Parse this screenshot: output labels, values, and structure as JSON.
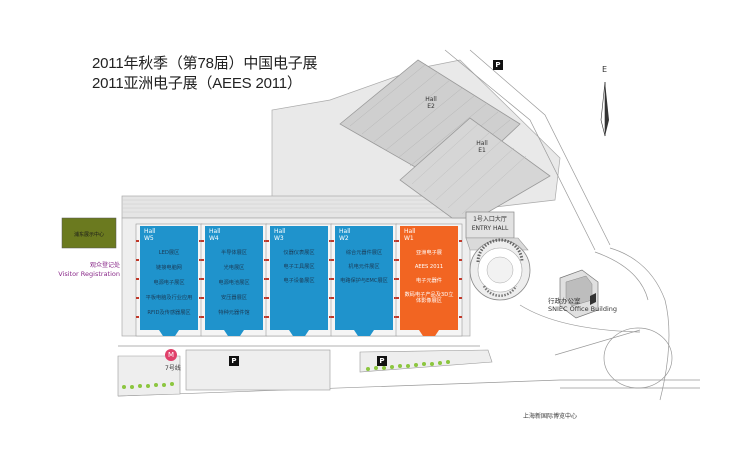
{
  "titles": {
    "line1": "2011年秋季（第78届）中国电子展",
    "line2": "2011亚洲电子展（AEES 2011）"
  },
  "compass": {
    "north_label": "E"
  },
  "colors": {
    "hall_blue": "#1f93cc",
    "hall_orange": "#f26522",
    "service_green": "#6b7a1f",
    "building_grey": "#d4d4d4",
    "road_line": "#999999",
    "visitor_text": "#8a2a8a",
    "metro": "#e0406a",
    "tree_green": "#8cc63f"
  },
  "east_halls": [
    {
      "name": "Hall",
      "number": "E2"
    },
    {
      "name": "Hall",
      "number": "E1"
    }
  ],
  "west_halls": [
    {
      "name": "Hall",
      "number": "W5",
      "color": "blue",
      "zones": [
        "LED展区",
        "链接电脑网",
        "电源电子展区",
        "平板电脑及行业应用",
        "RFID及传感器展区"
      ]
    },
    {
      "name": "Hall",
      "number": "W4",
      "color": "blue",
      "zones": [
        "半导体展区",
        "光电展区",
        "电源电池展区",
        "安压器展区",
        "特种元器件馆"
      ]
    },
    {
      "name": "Hall",
      "number": "W3",
      "color": "blue",
      "zones": [
        "仪器仪表展区",
        "电子工具展区",
        "电子设备展区"
      ]
    },
    {
      "name": "Hall",
      "number": "W2",
      "color": "blue",
      "zones": [
        "综合元器件展区",
        "机电元件展区",
        "电路保护与EMC展区"
      ]
    },
    {
      "name": "Hall",
      "number": "W1",
      "color": "orange",
      "zones": [
        "亚洲电子展",
        "AEES 2011",
        "电子元器件",
        "数码电子产品及3D立体影像展区"
      ]
    }
  ],
  "labels": {
    "service_center": "浦东展示中心",
    "visitor_cn": "观众登记处",
    "visitor_en": "Visitor Registration",
    "entry_cn": "1号入口大厅",
    "entry_en": "ENTRY  HALL",
    "office_cn": "行政办公室",
    "office_en": "SNIEC Office Building",
    "metro_line": "7号线",
    "footer": "上海新国际博览中心",
    "metro_symbol": "M",
    "parking": "P"
  }
}
